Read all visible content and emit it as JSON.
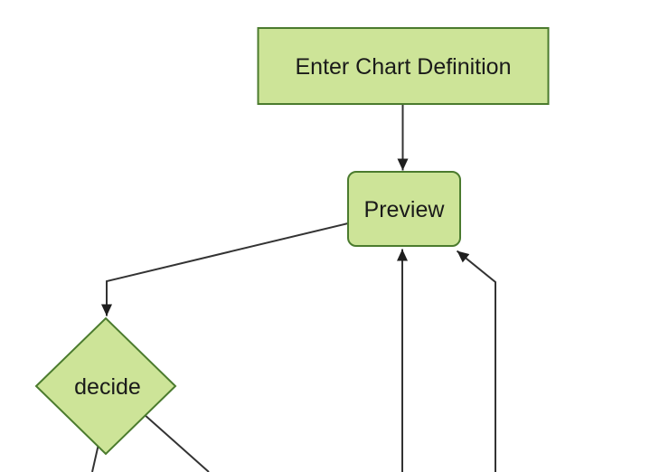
{
  "diagram": {
    "type": "flowchart",
    "direction": "top-down",
    "nodes": [
      {
        "id": "A",
        "label": "Enter Chart Definition",
        "shape": "rectangle"
      },
      {
        "id": "B",
        "label": "Preview",
        "shape": "rounded-rectangle"
      },
      {
        "id": "C",
        "label": "decide",
        "shape": "diamond"
      }
    ],
    "edges": [
      {
        "from": "Enter Chart Definition",
        "to": "Preview",
        "arrow": true
      },
      {
        "from": "Preview",
        "to": "decide",
        "arrow": true
      },
      {
        "from": "decide",
        "to": "(continues off bottom edge, left line)",
        "arrow": false
      },
      {
        "from": "decide",
        "to": "(continues off bottom edge, right line)",
        "arrow": false
      },
      {
        "from": "(off bottom edge)",
        "to": "Preview",
        "arrow": true
      },
      {
        "from": "(off bottom edge)",
        "to": "Preview",
        "arrow": true
      }
    ],
    "colors": {
      "background": "#ffffff",
      "node_fill": "#cde498",
      "node_border": "#4b7b2e",
      "edge_stroke": "#333333",
      "arrow_fill": "#1f1f1f",
      "text": "#1a1a1a"
    }
  }
}
